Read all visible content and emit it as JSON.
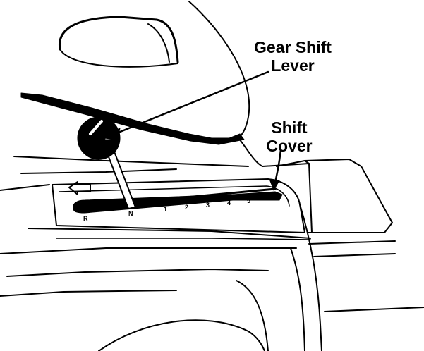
{
  "labels": {
    "gear_shift_lever": [
      "Gear Shift",
      "Lever"
    ],
    "shift_cover": [
      "Shift",
      "Cover"
    ]
  },
  "shift_gate_positions": [
    "R",
    "N",
    "1",
    "2",
    "3",
    "4",
    "5"
  ],
  "colors": {
    "ink": "#000000",
    "paper": "#ffffff"
  }
}
